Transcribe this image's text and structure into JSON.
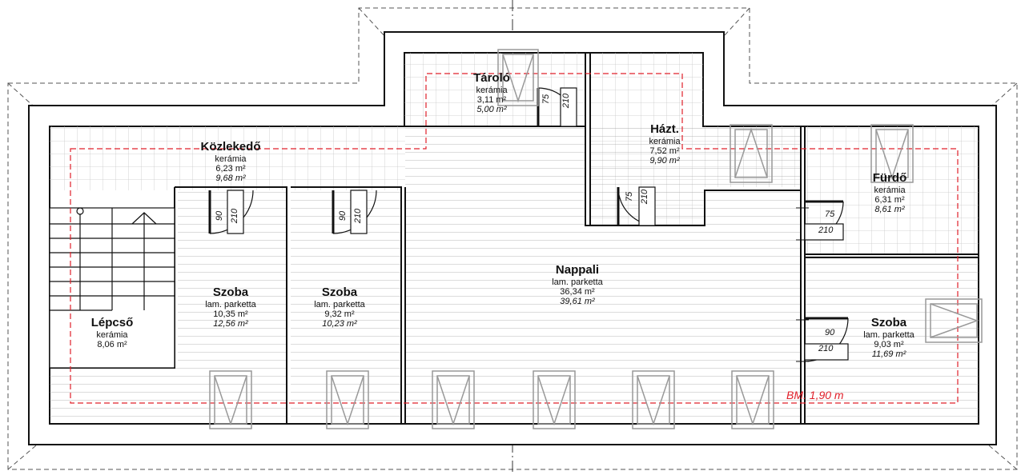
{
  "plan": {
    "rooms": [
      {
        "id": "tarolo",
        "name": "Tároló",
        "material": "kerámia",
        "net_area": "3,11 m²",
        "gross_area": "5,00 m²"
      },
      {
        "id": "kozlekedo",
        "name": "Közlekedő",
        "material": "kerámia",
        "net_area": "6,23 m²",
        "gross_area": "9,68 m²"
      },
      {
        "id": "hazt",
        "name": "Házt.",
        "material": "kerámia",
        "net_area": "7,52 m²",
        "gross_area": "9,90 m²"
      },
      {
        "id": "furdo",
        "name": "Fürdő",
        "material": "kerámia",
        "net_area": "6,31 m²",
        "gross_area": "8,61 m²"
      },
      {
        "id": "nappali",
        "name": "Nappali",
        "material": "lam. parketta",
        "net_area": "36,34 m²",
        "gross_area": "39,61 m²"
      },
      {
        "id": "szoba1",
        "name": "Szoba",
        "material": "lam. parketta",
        "net_area": "10,35 m²",
        "gross_area": "12,56 m²"
      },
      {
        "id": "szoba2",
        "name": "Szoba",
        "material": "lam. parketta",
        "net_area": "9,32 m²",
        "gross_area": "10,23 m²"
      },
      {
        "id": "lepcso",
        "name": "Lépcső",
        "material": "kerámia",
        "net_area": "8,06 m²"
      },
      {
        "id": "szoba3",
        "name": "Szoba",
        "material": "lam. parketta",
        "net_area": "9,03 m²",
        "gross_area": "11,69 m²"
      }
    ],
    "doors": [
      {
        "id": "d-tarolo",
        "width": "75",
        "height": "210"
      },
      {
        "id": "d-hazt",
        "width": "75",
        "height": "210"
      },
      {
        "id": "d-szoba1",
        "width": "90",
        "height": "210"
      },
      {
        "id": "d-szoba2",
        "width": "90",
        "height": "210"
      },
      {
        "id": "d-furdo",
        "width": "75",
        "height": "210"
      },
      {
        "id": "d-szoba3",
        "width": "90",
        "height": "210"
      }
    ],
    "bm_label": "BM. 1,90 m",
    "colors": {
      "wall": "#111111",
      "grid": "#c8c8c8",
      "bm_line": "#e0202a",
      "dashed": "#555555",
      "window": "#999999"
    }
  }
}
